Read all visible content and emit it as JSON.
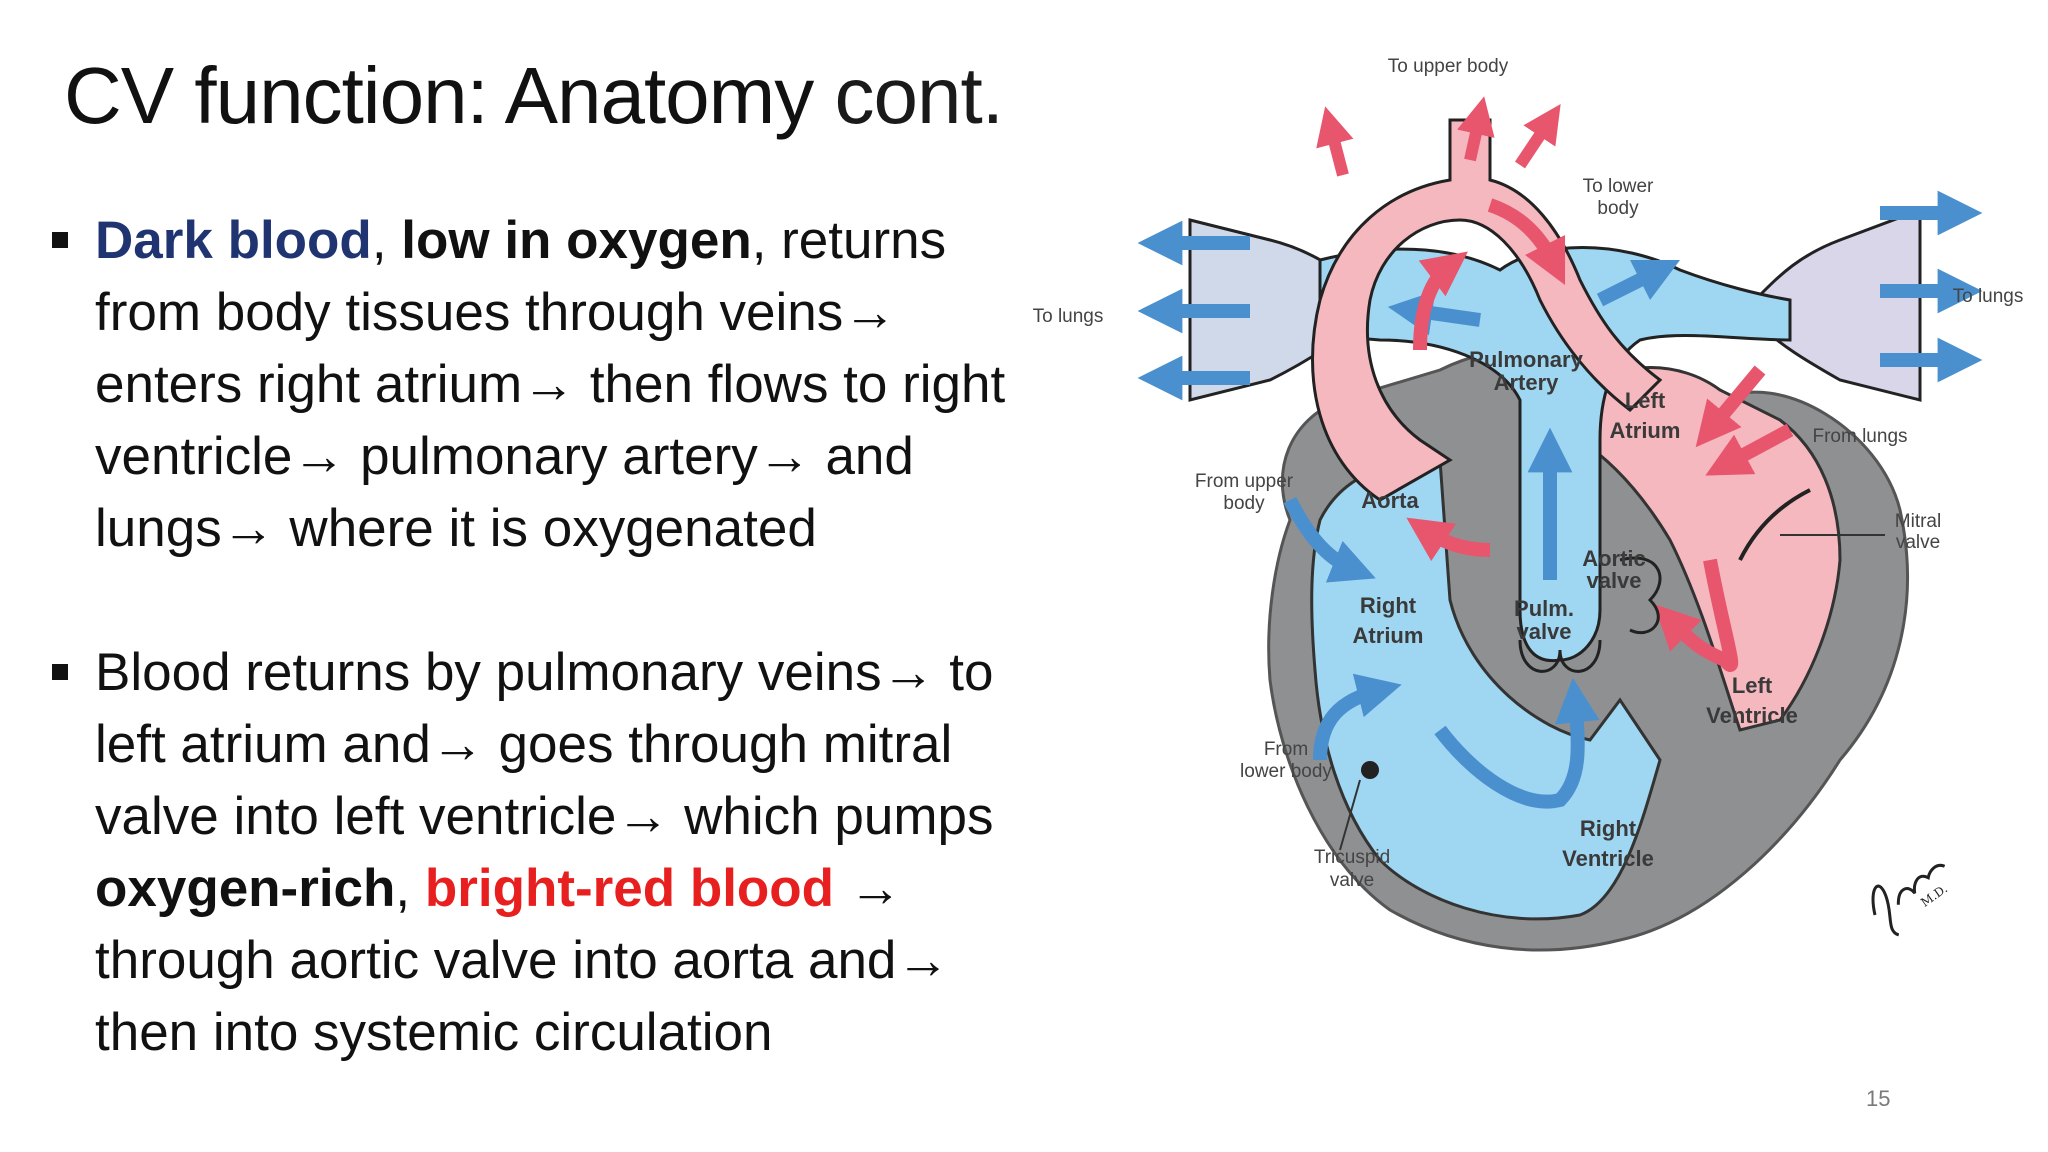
{
  "slide": {
    "title_main": "CV function: Anatomy",
    "title_suffix": " cont.",
    "page_number": "15"
  },
  "bullets": [
    {
      "lines": [
        [
          {
            "text": "Dark blood",
            "style": "bold-navy"
          },
          {
            "text": ", "
          },
          {
            "text": "low in oxygen",
            "style": "bold"
          },
          {
            "text": ", returns"
          }
        ],
        [
          {
            "text": "from body tissues through veins→"
          }
        ],
        [
          {
            "text": "enters right atrium→ then flows to right"
          }
        ],
        [
          {
            "text": "ventricle→ pulmonary artery→ and"
          }
        ],
        [
          {
            "text": "lungs→ where it is oxygenated"
          }
        ]
      ]
    },
    {
      "lines": [
        [
          {
            "text": "Blood returns by pulmonary veins→ to"
          }
        ],
        [
          {
            "text": "left atrium and→ goes through mitral"
          }
        ],
        [
          {
            "text": "valve into left ventricle→ which pumps"
          }
        ],
        [
          {
            "text": "oxygen-rich",
            "style": "bold"
          },
          {
            "text": ", "
          },
          {
            "text": "bright-red blood",
            "style": "bold-red"
          },
          {
            "text": " →"
          }
        ],
        [
          {
            "text": "through aortic valve into aorta and→"
          }
        ],
        [
          {
            "text": "then into systemic circulation"
          }
        ]
      ]
    }
  ],
  "diagram": {
    "labels": {
      "to_upper_body": "To upper body",
      "to_lower_body_1": "To lower",
      "to_lower_body_2": "body",
      "to_lungs_left": "To lungs",
      "to_lungs_right": "To lungs",
      "from_lungs": "From lungs",
      "pulmonary_artery_1": "Pulmonary",
      "pulmonary_artery_2": "Artery",
      "left_atrium_1": "Left",
      "left_atrium_2": "Atrium",
      "from_upper_body_1": "From upper",
      "from_upper_body_2": "body",
      "aorta": "Aorta",
      "mitral_valve_1": "Mitral",
      "mitral_valve_2": "valve",
      "aortic_valve_1": "Aortic",
      "aortic_valve_2": "valve",
      "right_atrium_1": "Right",
      "right_atrium_2": "Atrium",
      "pulm_valve_1": "Pulm.",
      "pulm_valve_2": "valve",
      "left_ventricle_1": "Left",
      "left_ventricle_2": "Ventricle",
      "from_lower_body_1": "From",
      "from_lower_body_2": "lower body",
      "right_ventricle_1": "Right",
      "right_ventricle_2": "Ventricle",
      "tricuspid_valve_1": "Tricuspid",
      "tricuspid_valve_2": "valve"
    },
    "signature": "F. Netter M.D.",
    "colors": {
      "oxygenated": "#f5b8bf",
      "oxygenated_arrow": "#e8566e",
      "deoxygenated": "#9fd6f2",
      "deoxygenated_arrow": "#4a90cf",
      "wall": "#8f9092"
    }
  }
}
